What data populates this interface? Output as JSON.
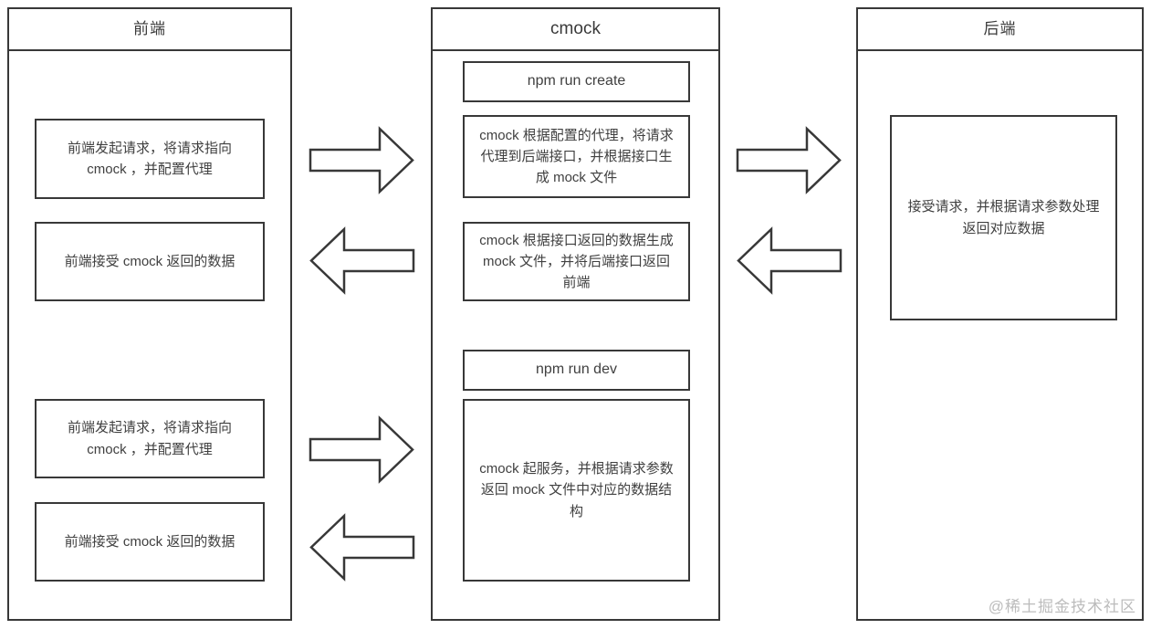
{
  "diagram": {
    "columns": [
      {
        "title": "前端",
        "boxes": [
          {
            "text": "前端发起请求，将请求指向 cmock ，并配置代理"
          },
          {
            "text": "前端接受 cmock 返回的数据"
          },
          {
            "text": "前端发起请求，将请求指向 cmock ，并配置代理"
          },
          {
            "text": "前端接受 cmock 返回的数据"
          }
        ]
      },
      {
        "title": "cmock",
        "boxes": [
          {
            "text": "npm run create"
          },
          {
            "text": "cmock 根据配置的代理，将请求代理到后端接口，并根据接口生成 mock 文件"
          },
          {
            "text": "cmock 根据接口返回的数据生成 mock 文件，并将后端接口返回前端"
          },
          {
            "text": "npm run dev"
          },
          {
            "text": "cmock 起服务，并根据请求参数返回 mock 文件中对应的数据结构"
          }
        ]
      },
      {
        "title": "后端",
        "boxes": [
          {
            "text": "接受请求，并根据请求参数处理返回对应数据"
          }
        ]
      }
    ],
    "arrows": [
      {
        "name": "frontend-to-cmock-top",
        "direction": "right"
      },
      {
        "name": "cmock-to-frontend-top",
        "direction": "left"
      },
      {
        "name": "cmock-to-backend",
        "direction": "right"
      },
      {
        "name": "backend-to-cmock",
        "direction": "left"
      },
      {
        "name": "frontend-to-cmock-bottom",
        "direction": "right"
      },
      {
        "name": "cmock-to-frontend-bottom",
        "direction": "left"
      }
    ],
    "watermark": "@稀土掘金技术社区"
  },
  "colors": {
    "border": "#383838",
    "text": "#404040",
    "watermark": "#bcbcbc",
    "background": "#ffffff"
  }
}
